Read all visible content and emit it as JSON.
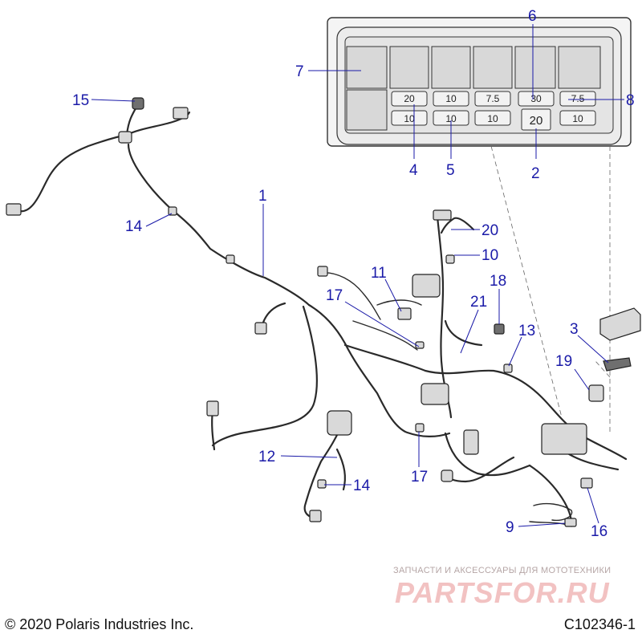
{
  "fuse_box": {
    "top_row": [
      "20",
      "10",
      "7.5",
      "30",
      "7.5"
    ],
    "bottom_row": [
      "10",
      "10",
      "10",
      "20",
      "10"
    ]
  },
  "callouts": {
    "c1": "1",
    "c2": "2",
    "c3": "3",
    "c4": "4",
    "c5": "5",
    "c6": "6",
    "c7": "7",
    "c8": "8",
    "c9": "9",
    "c10": "10",
    "c11": "11",
    "c12": "12",
    "c13": "13",
    "c14a": "14",
    "c14b": "14",
    "c15": "15",
    "c16": "16",
    "c17a": "17",
    "c17b": "17",
    "c18": "18",
    "c19": "19",
    "c20": "20",
    "c21": "21"
  },
  "watermark": {
    "line": "ЗАПЧАСТИ И АКСЕССУАРЫ ДЛЯ МОТОТЕХНИКИ",
    "logo": "PARTSFOR.RU"
  },
  "footer": {
    "copyright": "© 2020 Polaris Industries Inc.",
    "drawing_id": "C102346-1"
  },
  "colors": {
    "callout": "#1a1aa8",
    "line_art": "#2a2a2a",
    "watermark": "#f2c2c2"
  }
}
